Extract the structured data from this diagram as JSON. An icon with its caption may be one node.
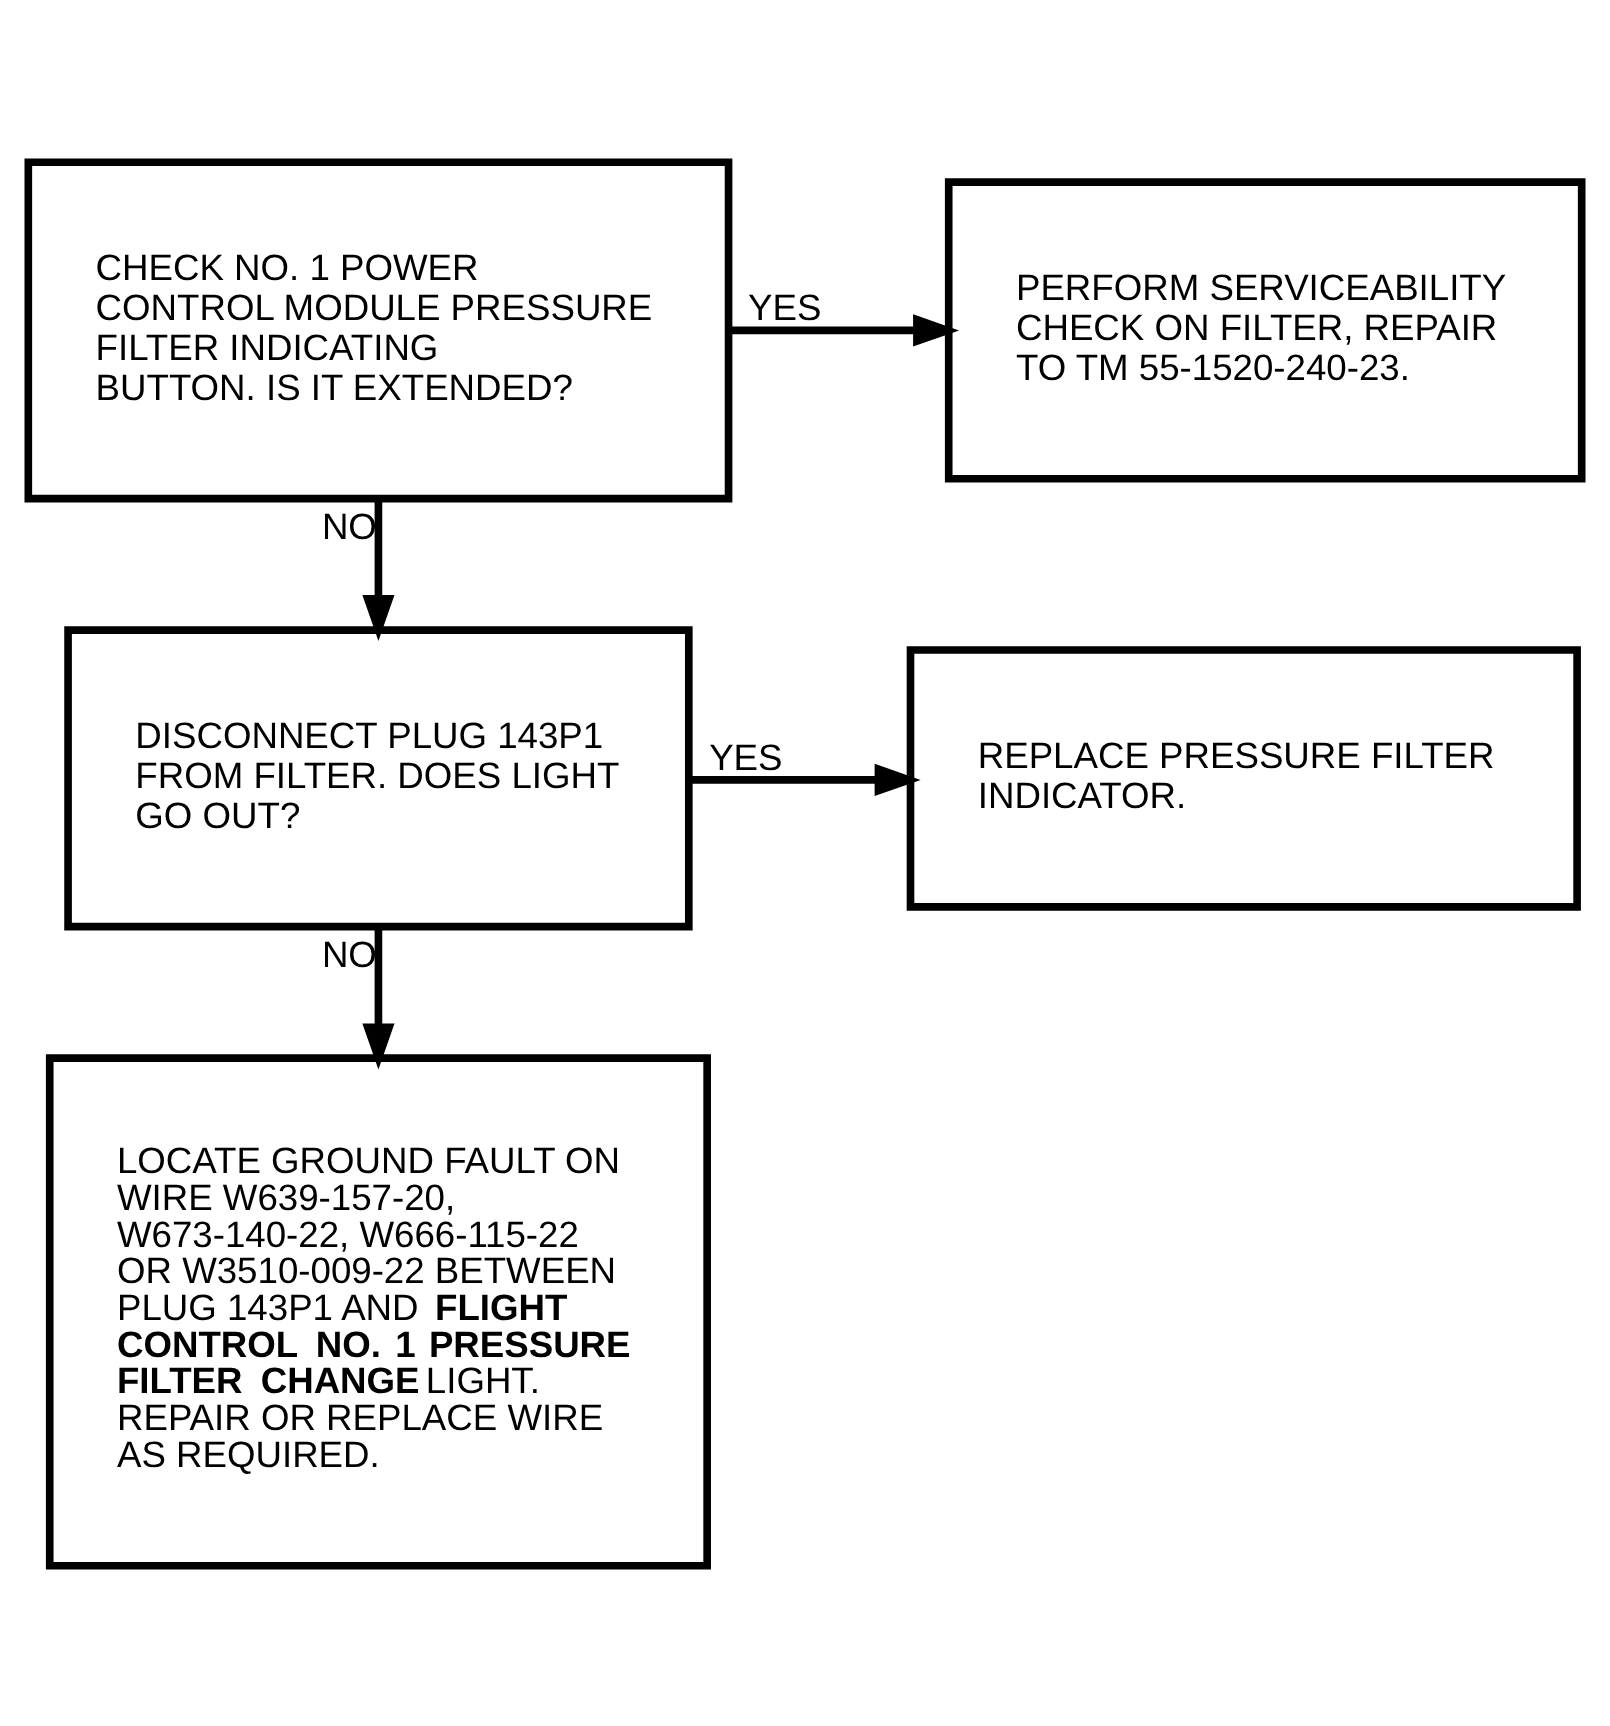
{
  "diagram": {
    "nodes": [
      {
        "text": [
          "CHECK NO. 1 POWER CONTROL MODULE PRESSURE FILTER INDICATING BUTTON. IS IT EXTENDED?"
        ]
      },
      {
        "text": [
          "PERFORM SERVICEABILITY CHECK ON FILTER, REPAIR TO TM 55-1520-240-23."
        ]
      },
      {
        "text": [
          "DISCONNECT PLUG 143P1 FROM FILTER. DOES LIGHT GO OUT?"
        ]
      },
      {
        "text": [
          "REPLACE PRESSURE FILTER INDICATOR."
        ]
      },
      {
        "text": [
          "LOCATE GROUND FAULT ON WIRE W639-157-20, W673-140-22, W666-115-22 OR W3510-009-22 BETWEEN PLUG 143P1 AND **FLIGHT CONTROL NO. 1 PRESSURE FILTER CHANGE** LIGHT. REPAIR OR REPLACE WIRE AS REQUIRED."
        ]
      }
    ],
    "edges": [
      {
        "from": 0,
        "to": 1,
        "arrow": "to",
        "label": "YES"
      },
      {
        "from": 0,
        "to": 2,
        "arrow": "to",
        "label": "NO"
      },
      {
        "from": 2,
        "to": 3,
        "arrow": "to",
        "label": "YES"
      },
      {
        "from": 2,
        "to": 4,
        "arrow": "to",
        "label": "NO"
      }
    ]
  }
}
